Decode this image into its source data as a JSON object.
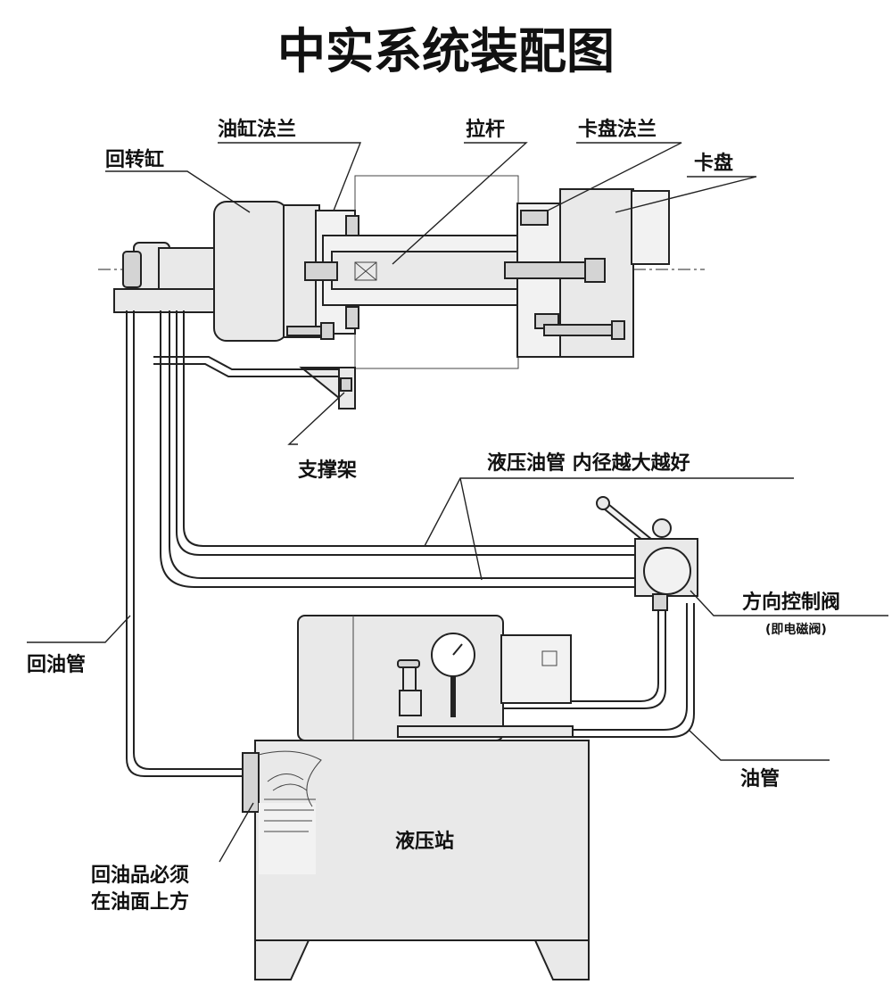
{
  "title": "中实系统装配图",
  "labels": {
    "cylinder_flange": "油缸法兰",
    "rotary_cylinder": "回转缸",
    "pull_rod": "拉杆",
    "chuck_flange": "卡盘法兰",
    "chuck": "卡盘",
    "support": "支撑架",
    "hydraulic_hose": "液压油管 内径越大越好",
    "directional_valve": "方向控制阀",
    "directional_valve_note": "(即电磁阀)",
    "return_pipe": "回油管",
    "oil_pipe": "油管",
    "hydraulic_station": "液压站",
    "return_note_line1": "回油品必须",
    "return_note_line2": "在油面上方"
  },
  "colors": {
    "line": "#222222",
    "part_fill": "#e9e9e9",
    "background": "#ffffff"
  }
}
